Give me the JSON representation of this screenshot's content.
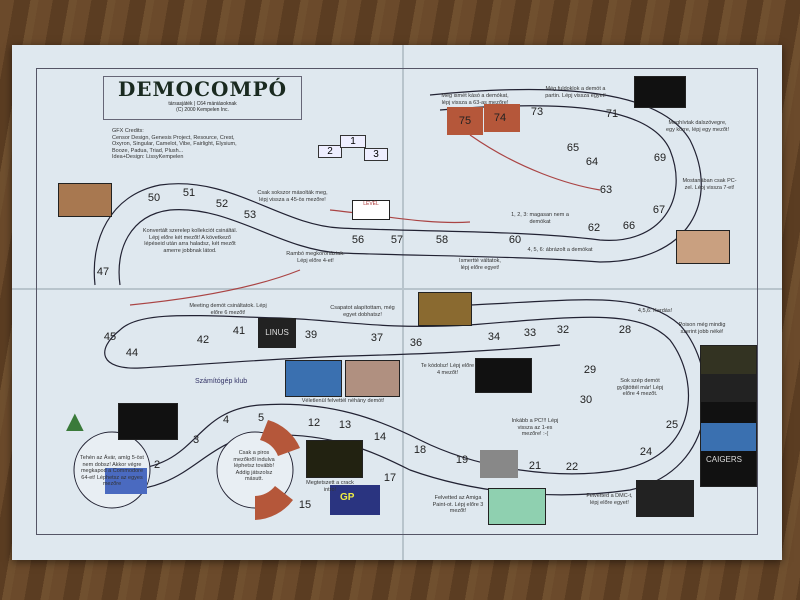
{
  "title": "DEMOCOMPÓ",
  "subtitle_1": "társasjáték | C64 mániásoknak",
  "subtitle_2": "(C) 2000 Kempelen Inc.",
  "credits_heading": "GFX Credits:",
  "credits_text": "Censor Design, Genesis Project, Resource, Crest, Oxyron, Singular, Camelot, Vibe, Fairlight, Elysium, Booze, Padua, Triad, Plush...",
  "idea_design": "Idea+Design: LissyKempelen",
  "podium": [
    "2",
    "1",
    "3"
  ],
  "squares": [
    "2",
    "3",
    "4",
    "5",
    "12",
    "13",
    "14",
    "15",
    "17",
    "18",
    "19",
    "21",
    "22",
    "24",
    "25",
    "28",
    "29",
    "30",
    "32",
    "33",
    "34",
    "36",
    "37",
    "39",
    "41",
    "42",
    "44",
    "45",
    "47",
    "50",
    "51",
    "52",
    "53",
    "56",
    "57",
    "58",
    "60",
    "62",
    "63",
    "64",
    "65",
    "66",
    "67",
    "69",
    "71",
    "73",
    "74",
    "75"
  ],
  "notes": {
    "szamitogep_klub": "Számítógép klub",
    "center_circle": "Csak a piros mezőkről indulva léphetsz tovább! Addig játszolsz másutt.",
    "start_circle": "Tehén az Ávár, amíg 5-öst nem dobsz! Akkor végre megkapod a Commodore 64-et! Léphetsz az egyes mezőre",
    "felvettek": "Véletlenül felvettél néhány demót!",
    "crack_intro": "Megtetszett a crack intro!",
    "kodolsz": "Te kódolsz! Lépj előre 4 mezőt!",
    "inkabb_pc": "Inkább a PC!!! Lépj vissza az 1-es mezőre! :-(",
    "amiga_paint": "Felvetted az Amiga Paint-ot. Lépj előre 3 mezőt!",
    "dmc": "Felvetted a DMC-t, lépj előre egyet!",
    "sok_szep_demot": "Sok szép demót gyűjtöttél már! Lépj előre 4 mezőt.",
    "poison": "Poison még mindig szerint jobb néké!",
    "kardas": "4,5,6: Kardás!",
    "meeting": "Meeting demót csináltatok. Lépj előre 6 mezőt!",
    "csapatod": "Csapatot alapítottam, még egyet dobhatsz!",
    "konvertalt": "Konvertált szerelep kollekciót csináltál. Lépj előre két mezőt! A következő lépéseid után arra haladsz, két mezőt amerre jobbnak látod.",
    "rambo": "Rambó megkoronáztak. Lépj előre 4-et!",
    "csak_sokszor": "Csak sokszor másolták meg, lépj vissza a 45-ös mezőre!",
    "ismertte": "Ismertté váltatok, lépj előre egyet!",
    "magasan": "1, 2, 3: magasan nem a demókat",
    "dobolat": "4, 5, 6: ábrázolt a demókat",
    "mig_ismet": "Még ismét kásó a demókat, lépj vissza a 63-as mezőre!",
    "fulladok": "Még fuldoklok a demót a partin. Lépj vissza egyet!",
    "meghivtak": "Meghívtak dalszövegre, egy körre, lépj egy mezőt!",
    "mostanaban": "Mostanában csak PC-zel. Lépj vissza 7-et!",
    "envelope": "LEVÉL",
    "logos": [
      "LINUS",
      "CAIGERS",
      "GP"
    ]
  },
  "colors": {
    "board": "#dfe8ef",
    "red_square": "#b5573a",
    "blue_square": "#3a4aa0"
  }
}
